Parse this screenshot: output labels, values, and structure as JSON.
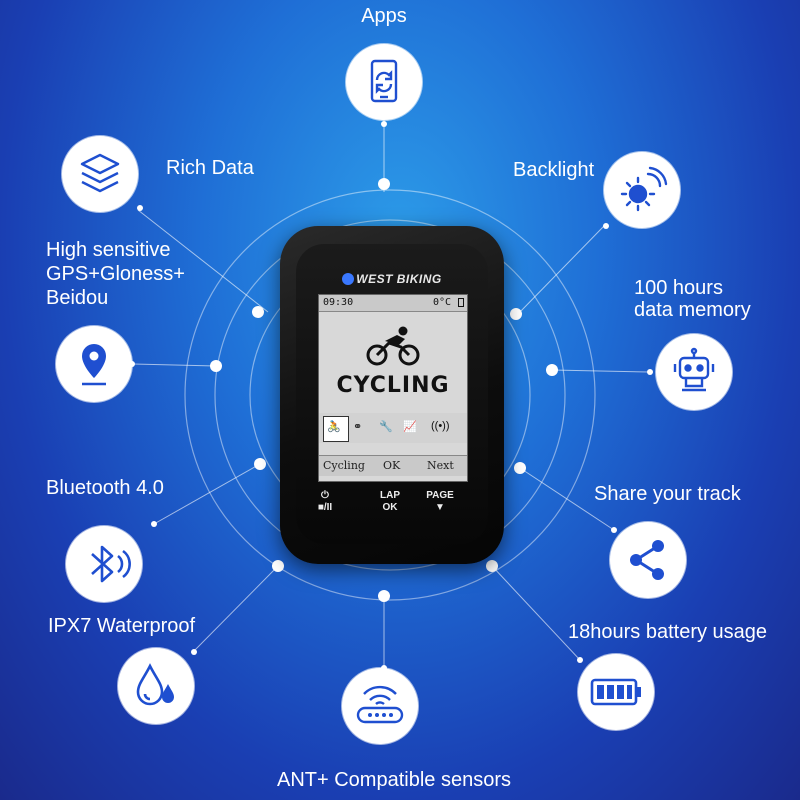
{
  "features": {
    "apps": {
      "label": "Apps",
      "icon": "phone-sync-icon"
    },
    "rich_data": {
      "label": "Rich Data",
      "icon": "layers-icon"
    },
    "backlight": {
      "label": "Backlight",
      "icon": "sun-icon"
    },
    "gps": {
      "line1": "High sensitive",
      "line2": "GPS+Gloness+",
      "line3": "Beidou",
      "icon": "location-pin-icon"
    },
    "memory": {
      "line1": "100 hours",
      "line2": "data memory",
      "icon": "robot-icon"
    },
    "bluetooth": {
      "label": "Bluetooth 4.0",
      "icon": "bluetooth-icon"
    },
    "share": {
      "label": "Share your track",
      "icon": "share-icon"
    },
    "waterproof": {
      "label": "IPX7 Waterproof",
      "icon": "water-drops-icon"
    },
    "battery": {
      "label": "18hours battery usage",
      "icon": "battery-icon"
    },
    "ant": {
      "label": "ANT+ Compatible sensors",
      "icon": "router-icon"
    }
  },
  "device": {
    "brand": "WEST BIKING",
    "time": "09:30",
    "temp": "0°C",
    "mode": "CYCLING",
    "softkeys": {
      "left": "Cycling",
      "middle": "OK",
      "right": "Next"
    },
    "keys": {
      "power": "⏻",
      "power_sub": "■/II",
      "lap": "LAP",
      "ok": "OK",
      "page": "PAGE",
      "page_sub": "▼"
    }
  },
  "colors": {
    "background_top": "#2c9be8",
    "background_bottom": "#1a2a8c",
    "icon_stroke": "#1f4fd0"
  }
}
